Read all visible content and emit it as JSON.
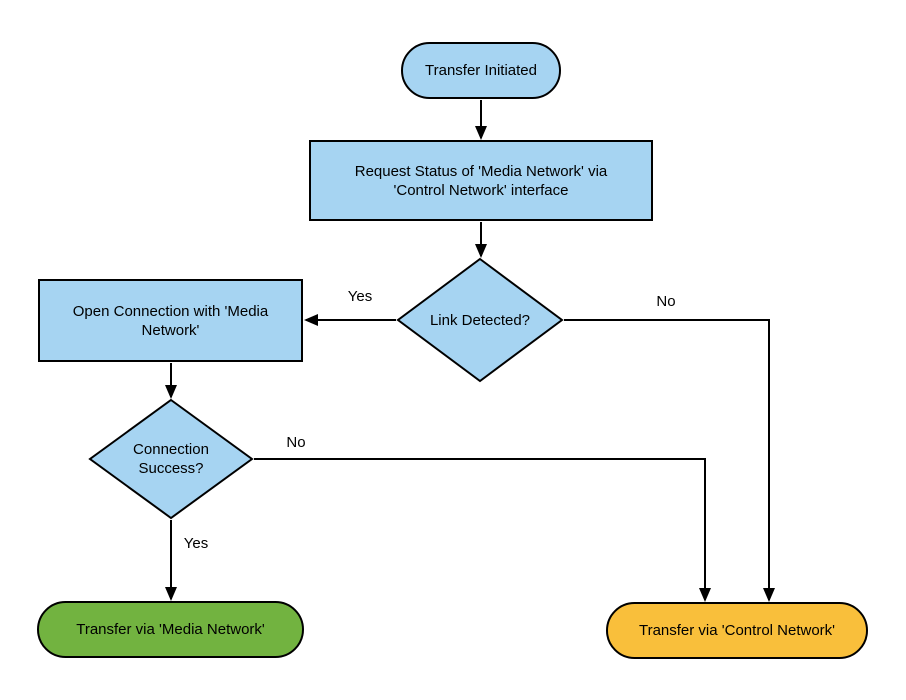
{
  "diagram": {
    "title": "Network transfer decision flowchart",
    "colors": {
      "process_fill": "#A6D4F2",
      "success_fill": "#72B340",
      "fallback_fill": "#F9BF3B",
      "stroke": "#000000",
      "background": "#ffffff"
    },
    "nodes": {
      "start": {
        "label": "Transfer Initiated"
      },
      "request_status": {
        "label": "Request Status of 'Media Network' via\n'Control Network' interface"
      },
      "link_detected": {
        "label": "Link Detected?"
      },
      "open_connection": {
        "label": "Open Connection with 'Media\nNetwork'"
      },
      "connection_success": {
        "label": "Connection\nSuccess?"
      },
      "transfer_media": {
        "label": "Transfer via 'Media Network'"
      },
      "transfer_control": {
        "label": "Transfer via 'Control Network'"
      }
    },
    "edge_labels": {
      "link_detected_yes": "Yes",
      "link_detected_no": "No",
      "connection_success_no": "No",
      "connection_success_yes": "Yes"
    }
  }
}
